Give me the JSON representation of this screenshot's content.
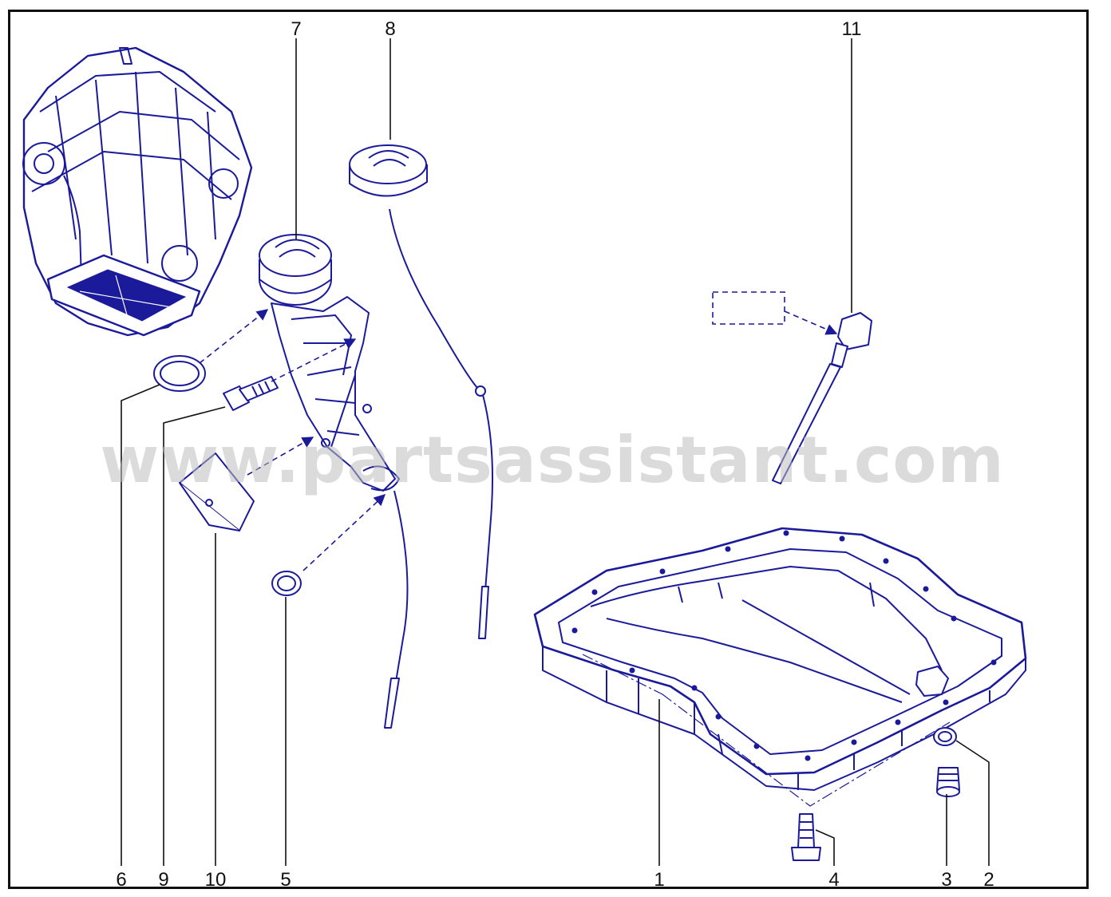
{
  "watermark": "www.partsassistant.com",
  "colors": {
    "line": "#1a1a9a",
    "frame": "#111111",
    "watermark": "#bdbdbd"
  },
  "callouts": [
    "1",
    "2",
    "3",
    "4",
    "5",
    "6",
    "7",
    "8",
    "9",
    "10",
    "11"
  ]
}
